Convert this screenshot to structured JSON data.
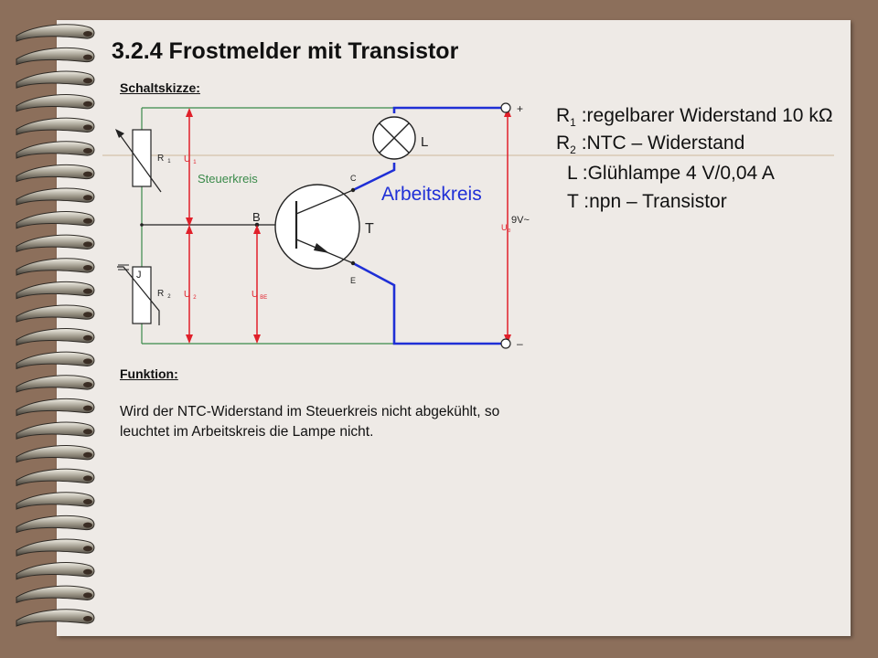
{
  "title": "3.2.4 Frostmelder mit Transistor",
  "sections": {
    "schaltskizze": "Schaltskizze:",
    "funktion": "Funktion:"
  },
  "function_text": "Wird der NTC-Widerstand im Steuerkreis nicht abgekühlt, so leuchtet im Arbeitskreis die Lampe nicht.",
  "colors": {
    "page": "#eeeae6",
    "background": "#8c6f5b",
    "control_circuit": "#3a8a4a",
    "work_circuit": "#1f2fd6",
    "voltage_arrows": "#e0202a"
  },
  "circuit": {
    "labels": {
      "r1": "R",
      "r1_sub": "1",
      "r2": "R",
      "r2_sub": "2",
      "u1": "U",
      "u1_sub": "1",
      "u2": "U",
      "u2_sub": "2",
      "ube": "U",
      "ube_sub": "BE",
      "u0": "U",
      "u0_sub": "0",
      "supply": "9V~",
      "plus": "+",
      "minus": "–",
      "lamp": "L",
      "steuerkreis": "Steuerkreis",
      "arbeitskreis": "Arbeitskreis",
      "base": "B",
      "collector": "C",
      "emitter": "E",
      "transistor": "T",
      "ntc_symbol": "J"
    }
  },
  "legend": [
    {
      "sym": "R",
      "sub": "1",
      "sep": " :",
      "text": "regelbarer Widerstand 10 kΩ"
    },
    {
      "sym": "R",
      "sub": "2",
      "sep": " :",
      "text": "NTC – Widerstand"
    },
    {
      "sym": "L",
      "sub": "",
      "sep": " :",
      "text": "Glühlampe 4 V/0,04 A"
    },
    {
      "sym": "T",
      "sub": "",
      "sep": " :",
      "text": "npn – Transistor"
    }
  ]
}
